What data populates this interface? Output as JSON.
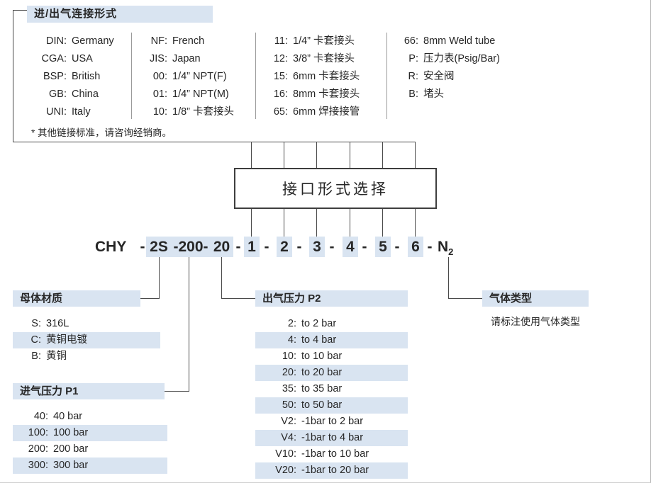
{
  "colors": {
    "highlight": "#d9e4f1",
    "line": "#4a4a4a",
    "text": "#262626",
    "divider": "#9a9a9a"
  },
  "connection": {
    "title": "进/出气连接形式",
    "note": "* 其他链接标准，请咨询经销商。",
    "col1": [
      {
        "code": "DIN:",
        "label": "Germany"
      },
      {
        "code": "CGA:",
        "label": "USA"
      },
      {
        "code": "BSP:",
        "label": "British"
      },
      {
        "code": "GB:",
        "label": "China"
      },
      {
        "code": "UNI:",
        "label": "Italy"
      }
    ],
    "col2": [
      {
        "code": "NF:",
        "label": "French"
      },
      {
        "code": "JIS:",
        "label": "Japan"
      },
      {
        "code": "00:",
        "label": "1/4” NPT(F)"
      },
      {
        "code": "01:",
        "label": "1/4” NPT(M)"
      },
      {
        "code": "10:",
        "label": "1/8” 卡套接头"
      }
    ],
    "col3": [
      {
        "code": "11:",
        "label": "1/4” 卡套接头"
      },
      {
        "code": "12:",
        "label": "3/8” 卡套接头"
      },
      {
        "code": "15:",
        "label": "6mm 卡套接头"
      },
      {
        "code": "16:",
        "label": "8mm 卡套接头"
      },
      {
        "code": "65:",
        "label": "6mm 焊接接管"
      }
    ],
    "col4": [
      {
        "code": "66:",
        "label": "8mm Weld tube"
      },
      {
        "code": "P:",
        "label": "压力表(Psig/Bar)"
      },
      {
        "code": "R:",
        "label": "安全阀"
      },
      {
        "code": "B:",
        "label": "堵头"
      }
    ]
  },
  "interface_selector": {
    "title": "接口形式选择"
  },
  "code": {
    "prefix": "CHY",
    "sep": "-",
    "material_code": "2S",
    "p1_code": "-200-",
    "p2_code": "20",
    "ports": [
      "1",
      "2",
      "3",
      "4",
      "5",
      "6"
    ],
    "gas_main": "N",
    "gas_sub": "2"
  },
  "material": {
    "title": "母体材质",
    "items": [
      {
        "code": "S:",
        "label": "316L"
      },
      {
        "code": "C:",
        "label": "黄铜电镀"
      },
      {
        "code": "B:",
        "label": "黄铜"
      }
    ]
  },
  "p1": {
    "title": "进气压力 P1",
    "items": [
      {
        "code": "40:",
        "label": "40 bar"
      },
      {
        "code": "100:",
        "label": "100 bar"
      },
      {
        "code": "200:",
        "label": "200 bar"
      },
      {
        "code": "300:",
        "label": "300 bar"
      }
    ]
  },
  "p2": {
    "title": "出气压力 P2",
    "items": [
      {
        "code": "2:",
        "label": "to 2 bar"
      },
      {
        "code": "4:",
        "label": "to 4 bar"
      },
      {
        "code": "10:",
        "label": "to 10 bar"
      },
      {
        "code": "20:",
        "label": "to 20 bar"
      },
      {
        "code": "35:",
        "label": "to 35 bar"
      },
      {
        "code": "50:",
        "label": "to 50 bar"
      },
      {
        "code": "V2:",
        "label": "-1bar to 2 bar"
      },
      {
        "code": "V4:",
        "label": "-1bar to 4 bar"
      },
      {
        "code": "V10:",
        "label": "-1bar to 10 bar"
      },
      {
        "code": "V20:",
        "label": "-1bar to 20 bar"
      }
    ]
  },
  "gas": {
    "title": "气体类型",
    "note": "请标注使用气体类型"
  }
}
